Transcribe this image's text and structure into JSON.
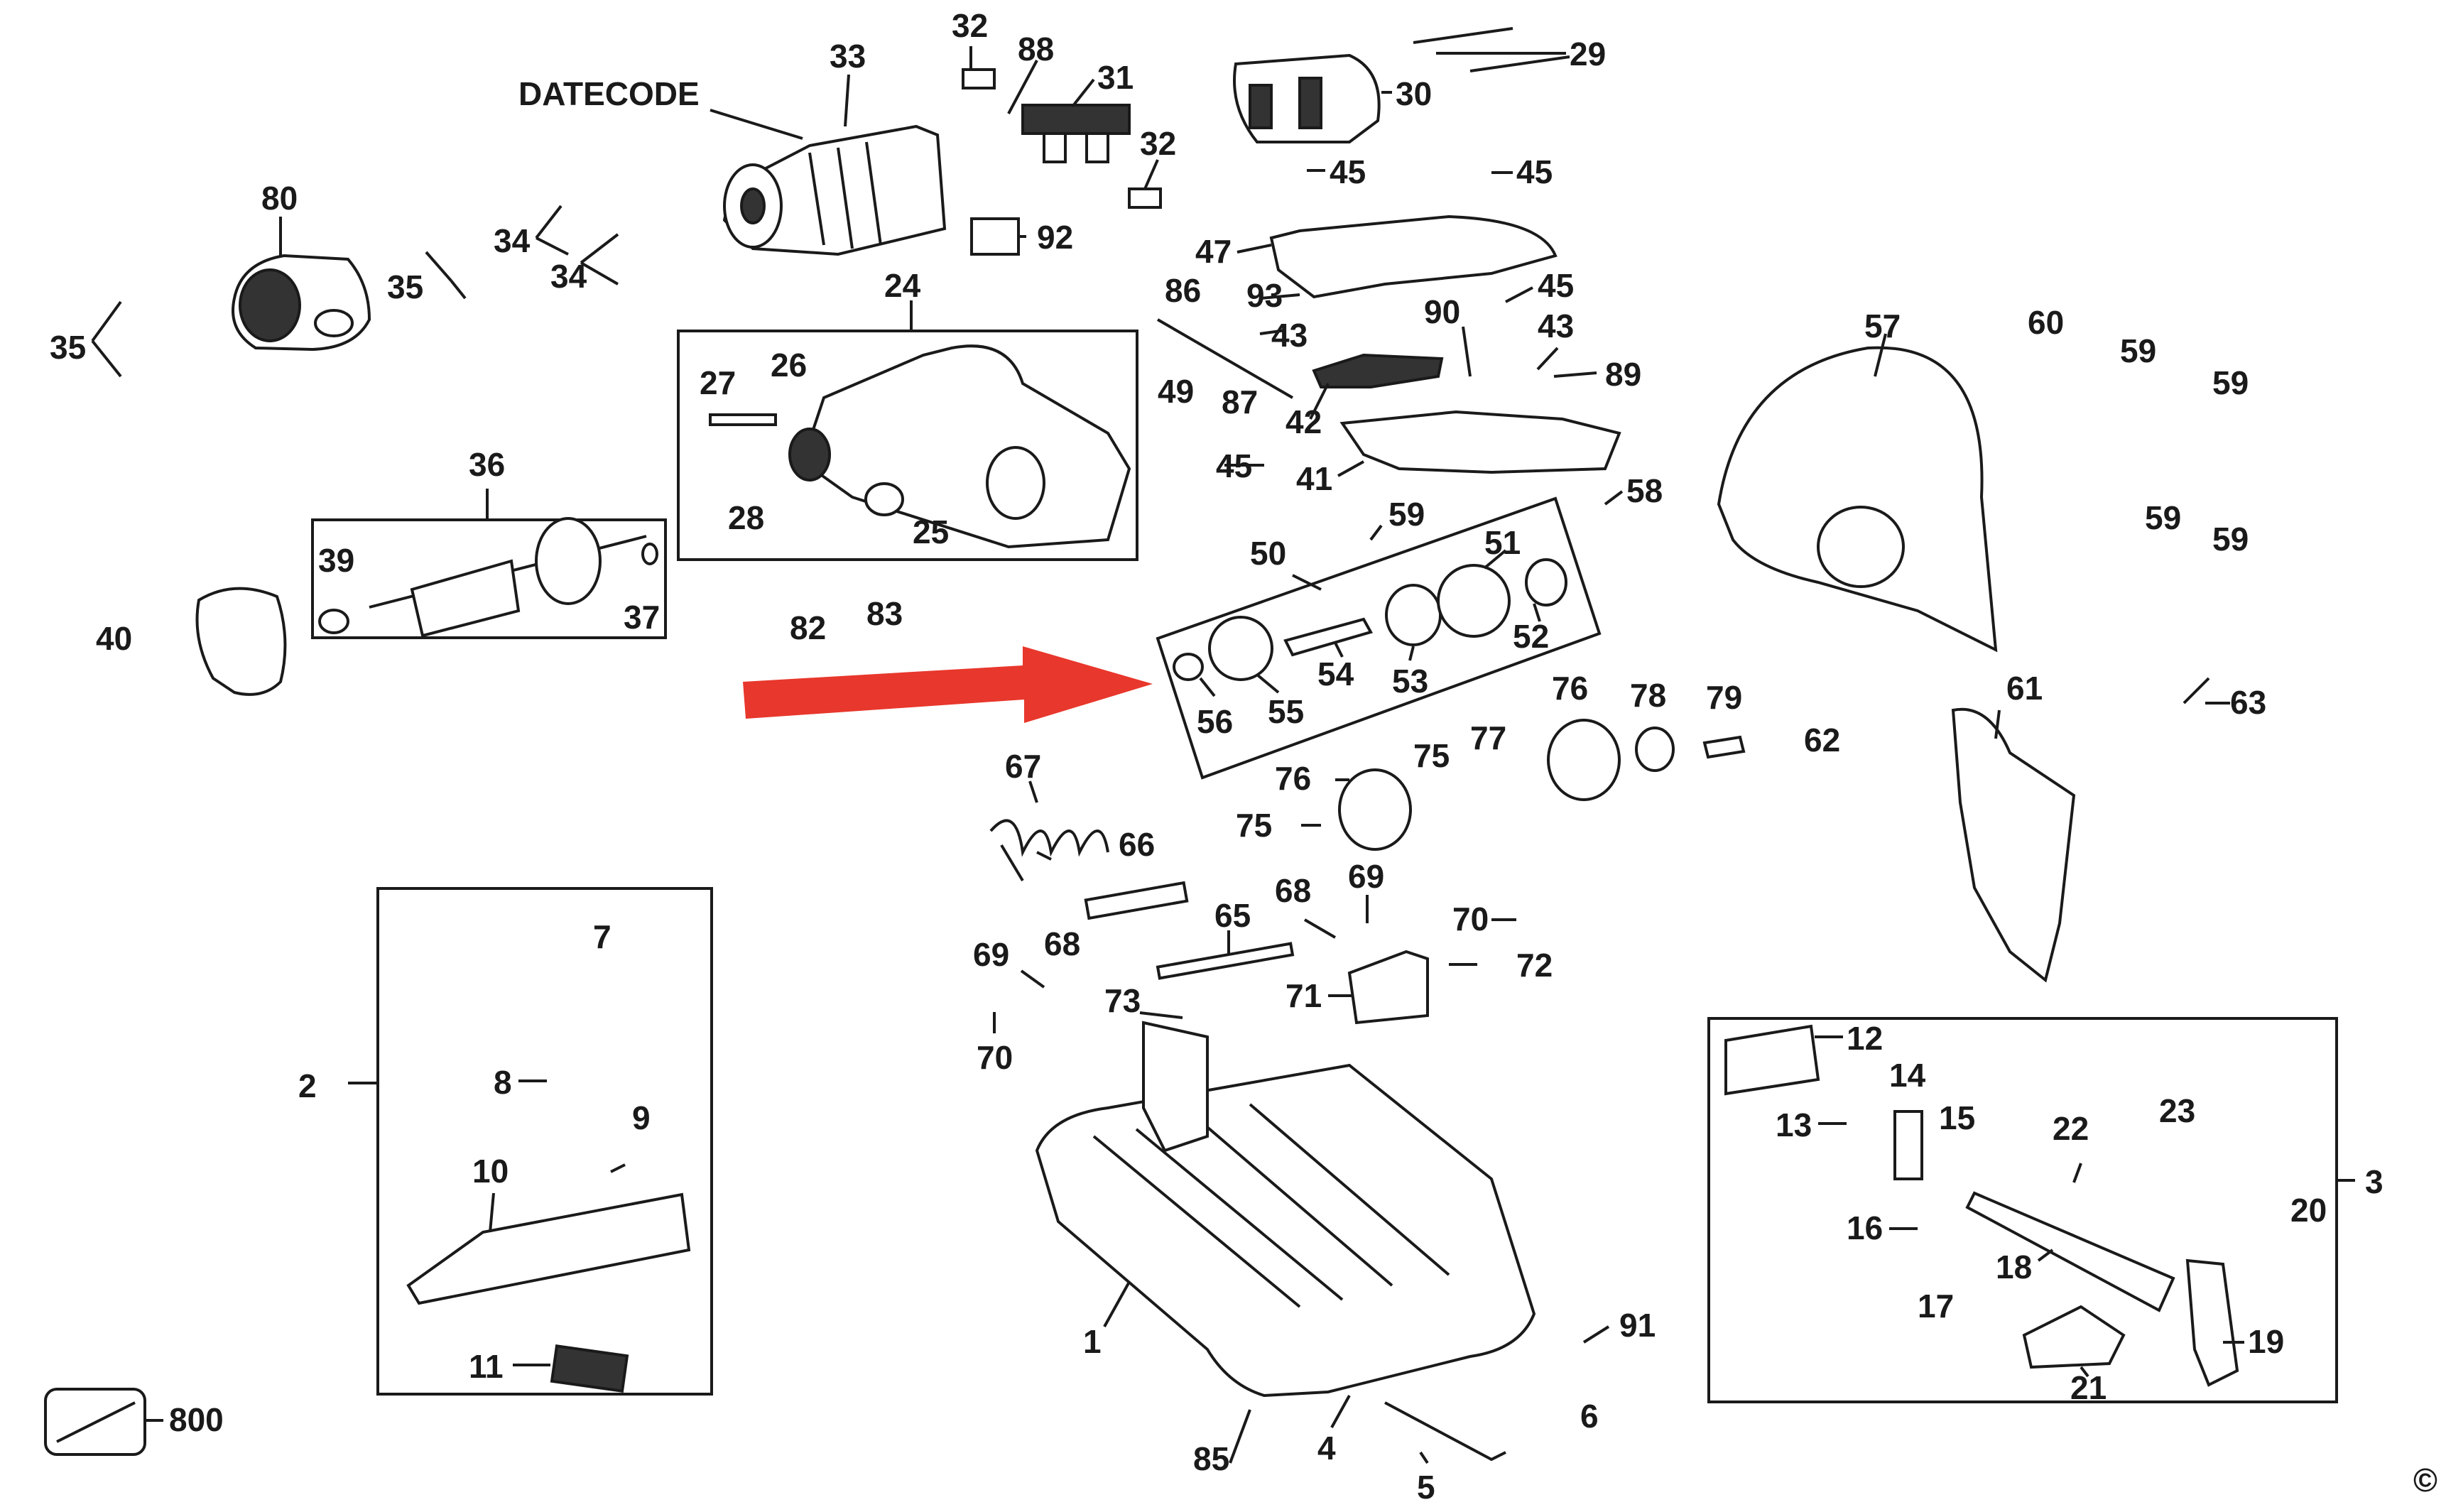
{
  "diagram": {
    "datecode_label": "DATECODE",
    "copyright_symbol": "©",
    "arrow_color": "#e8372c",
    "parts": [
      {
        "key": "p1",
        "label": "1"
      },
      {
        "key": "p2",
        "label": "2"
      },
      {
        "key": "p3",
        "label": "3"
      },
      {
        "key": "p4",
        "label": "4"
      },
      {
        "key": "p5",
        "label": "5"
      },
      {
        "key": "p6",
        "label": "6"
      },
      {
        "key": "p7",
        "label": "7"
      },
      {
        "key": "p8",
        "label": "8"
      },
      {
        "key": "p9",
        "label": "9"
      },
      {
        "key": "p10",
        "label": "10"
      },
      {
        "key": "p11",
        "label": "11"
      },
      {
        "key": "p12",
        "label": "12"
      },
      {
        "key": "p13",
        "label": "13"
      },
      {
        "key": "p14",
        "label": "14"
      },
      {
        "key": "p15",
        "label": "15"
      },
      {
        "key": "p16",
        "label": "16"
      },
      {
        "key": "p17",
        "label": "17"
      },
      {
        "key": "p18",
        "label": "18"
      },
      {
        "key": "p19",
        "label": "19"
      },
      {
        "key": "p20",
        "label": "20"
      },
      {
        "key": "p21",
        "label": "21"
      },
      {
        "key": "p22",
        "label": "22"
      },
      {
        "key": "p23",
        "label": "23"
      },
      {
        "key": "p24",
        "label": "24"
      },
      {
        "key": "p25",
        "label": "25"
      },
      {
        "key": "p26",
        "label": "26"
      },
      {
        "key": "p27",
        "label": "27"
      },
      {
        "key": "p28",
        "label": "28"
      },
      {
        "key": "p29",
        "label": "29"
      },
      {
        "key": "p30",
        "label": "30"
      },
      {
        "key": "p31",
        "label": "31"
      },
      {
        "key": "p32a",
        "label": "32"
      },
      {
        "key": "p32b",
        "label": "32"
      },
      {
        "key": "p33",
        "label": "33"
      },
      {
        "key": "p34a",
        "label": "34"
      },
      {
        "key": "p34b",
        "label": "34"
      },
      {
        "key": "p35a",
        "label": "35"
      },
      {
        "key": "p35b",
        "label": "35"
      },
      {
        "key": "p36",
        "label": "36"
      },
      {
        "key": "p37",
        "label": "37"
      },
      {
        "key": "p39",
        "label": "39"
      },
      {
        "key": "p40",
        "label": "40"
      },
      {
        "key": "p41",
        "label": "41"
      },
      {
        "key": "p42",
        "label": "42"
      },
      {
        "key": "p43a",
        "label": "43"
      },
      {
        "key": "p43b",
        "label": "43"
      },
      {
        "key": "p45a",
        "label": "45"
      },
      {
        "key": "p45b",
        "label": "45"
      },
      {
        "key": "p45c",
        "label": "45"
      },
      {
        "key": "p45d",
        "label": "45"
      },
      {
        "key": "p47",
        "label": "47"
      },
      {
        "key": "p49",
        "label": "49"
      },
      {
        "key": "p50",
        "label": "50"
      },
      {
        "key": "p51",
        "label": "51"
      },
      {
        "key": "p52",
        "label": "52"
      },
      {
        "key": "p53",
        "label": "53"
      },
      {
        "key": "p54",
        "label": "54"
      },
      {
        "key": "p55",
        "label": "55"
      },
      {
        "key": "p56",
        "label": "56"
      },
      {
        "key": "p57",
        "label": "57"
      },
      {
        "key": "p58",
        "label": "58"
      },
      {
        "key": "p59a",
        "label": "59"
      },
      {
        "key": "p59b",
        "label": "59"
      },
      {
        "key": "p59c",
        "label": "59"
      },
      {
        "key": "p59d",
        "label": "59"
      },
      {
        "key": "p59e",
        "label": "59"
      },
      {
        "key": "p60",
        "label": "60"
      },
      {
        "key": "p61",
        "label": "61"
      },
      {
        "key": "p62",
        "label": "62"
      },
      {
        "key": "p63",
        "label": "63"
      },
      {
        "key": "p65",
        "label": "65"
      },
      {
        "key": "p66",
        "label": "66"
      },
      {
        "key": "p67",
        "label": "67"
      },
      {
        "key": "p68a",
        "label": "68"
      },
      {
        "key": "p68b",
        "label": "68"
      },
      {
        "key": "p69a",
        "label": "69"
      },
      {
        "key": "p69b",
        "label": "69"
      },
      {
        "key": "p70a",
        "label": "70"
      },
      {
        "key": "p70b",
        "label": "70"
      },
      {
        "key": "p71",
        "label": "71"
      },
      {
        "key": "p72",
        "label": "72"
      },
      {
        "key": "p73",
        "label": "73"
      },
      {
        "key": "p75a",
        "label": "75"
      },
      {
        "key": "p75b",
        "label": "75"
      },
      {
        "key": "p76a",
        "label": "76"
      },
      {
        "key": "p76b",
        "label": "76"
      },
      {
        "key": "p77",
        "label": "77"
      },
      {
        "key": "p78",
        "label": "78"
      },
      {
        "key": "p79",
        "label": "79"
      },
      {
        "key": "p80",
        "label": "80"
      },
      {
        "key": "p82",
        "label": "82"
      },
      {
        "key": "p83",
        "label": "83"
      },
      {
        "key": "p85",
        "label": "85"
      },
      {
        "key": "p86",
        "label": "86"
      },
      {
        "key": "p87",
        "label": "87"
      },
      {
        "key": "p88",
        "label": "88"
      },
      {
        "key": "p89",
        "label": "89"
      },
      {
        "key": "p90",
        "label": "90"
      },
      {
        "key": "p91",
        "label": "91"
      },
      {
        "key": "p92",
        "label": "92"
      },
      {
        "key": "p93",
        "label": "93"
      },
      {
        "key": "p800",
        "label": "800"
      }
    ]
  }
}
